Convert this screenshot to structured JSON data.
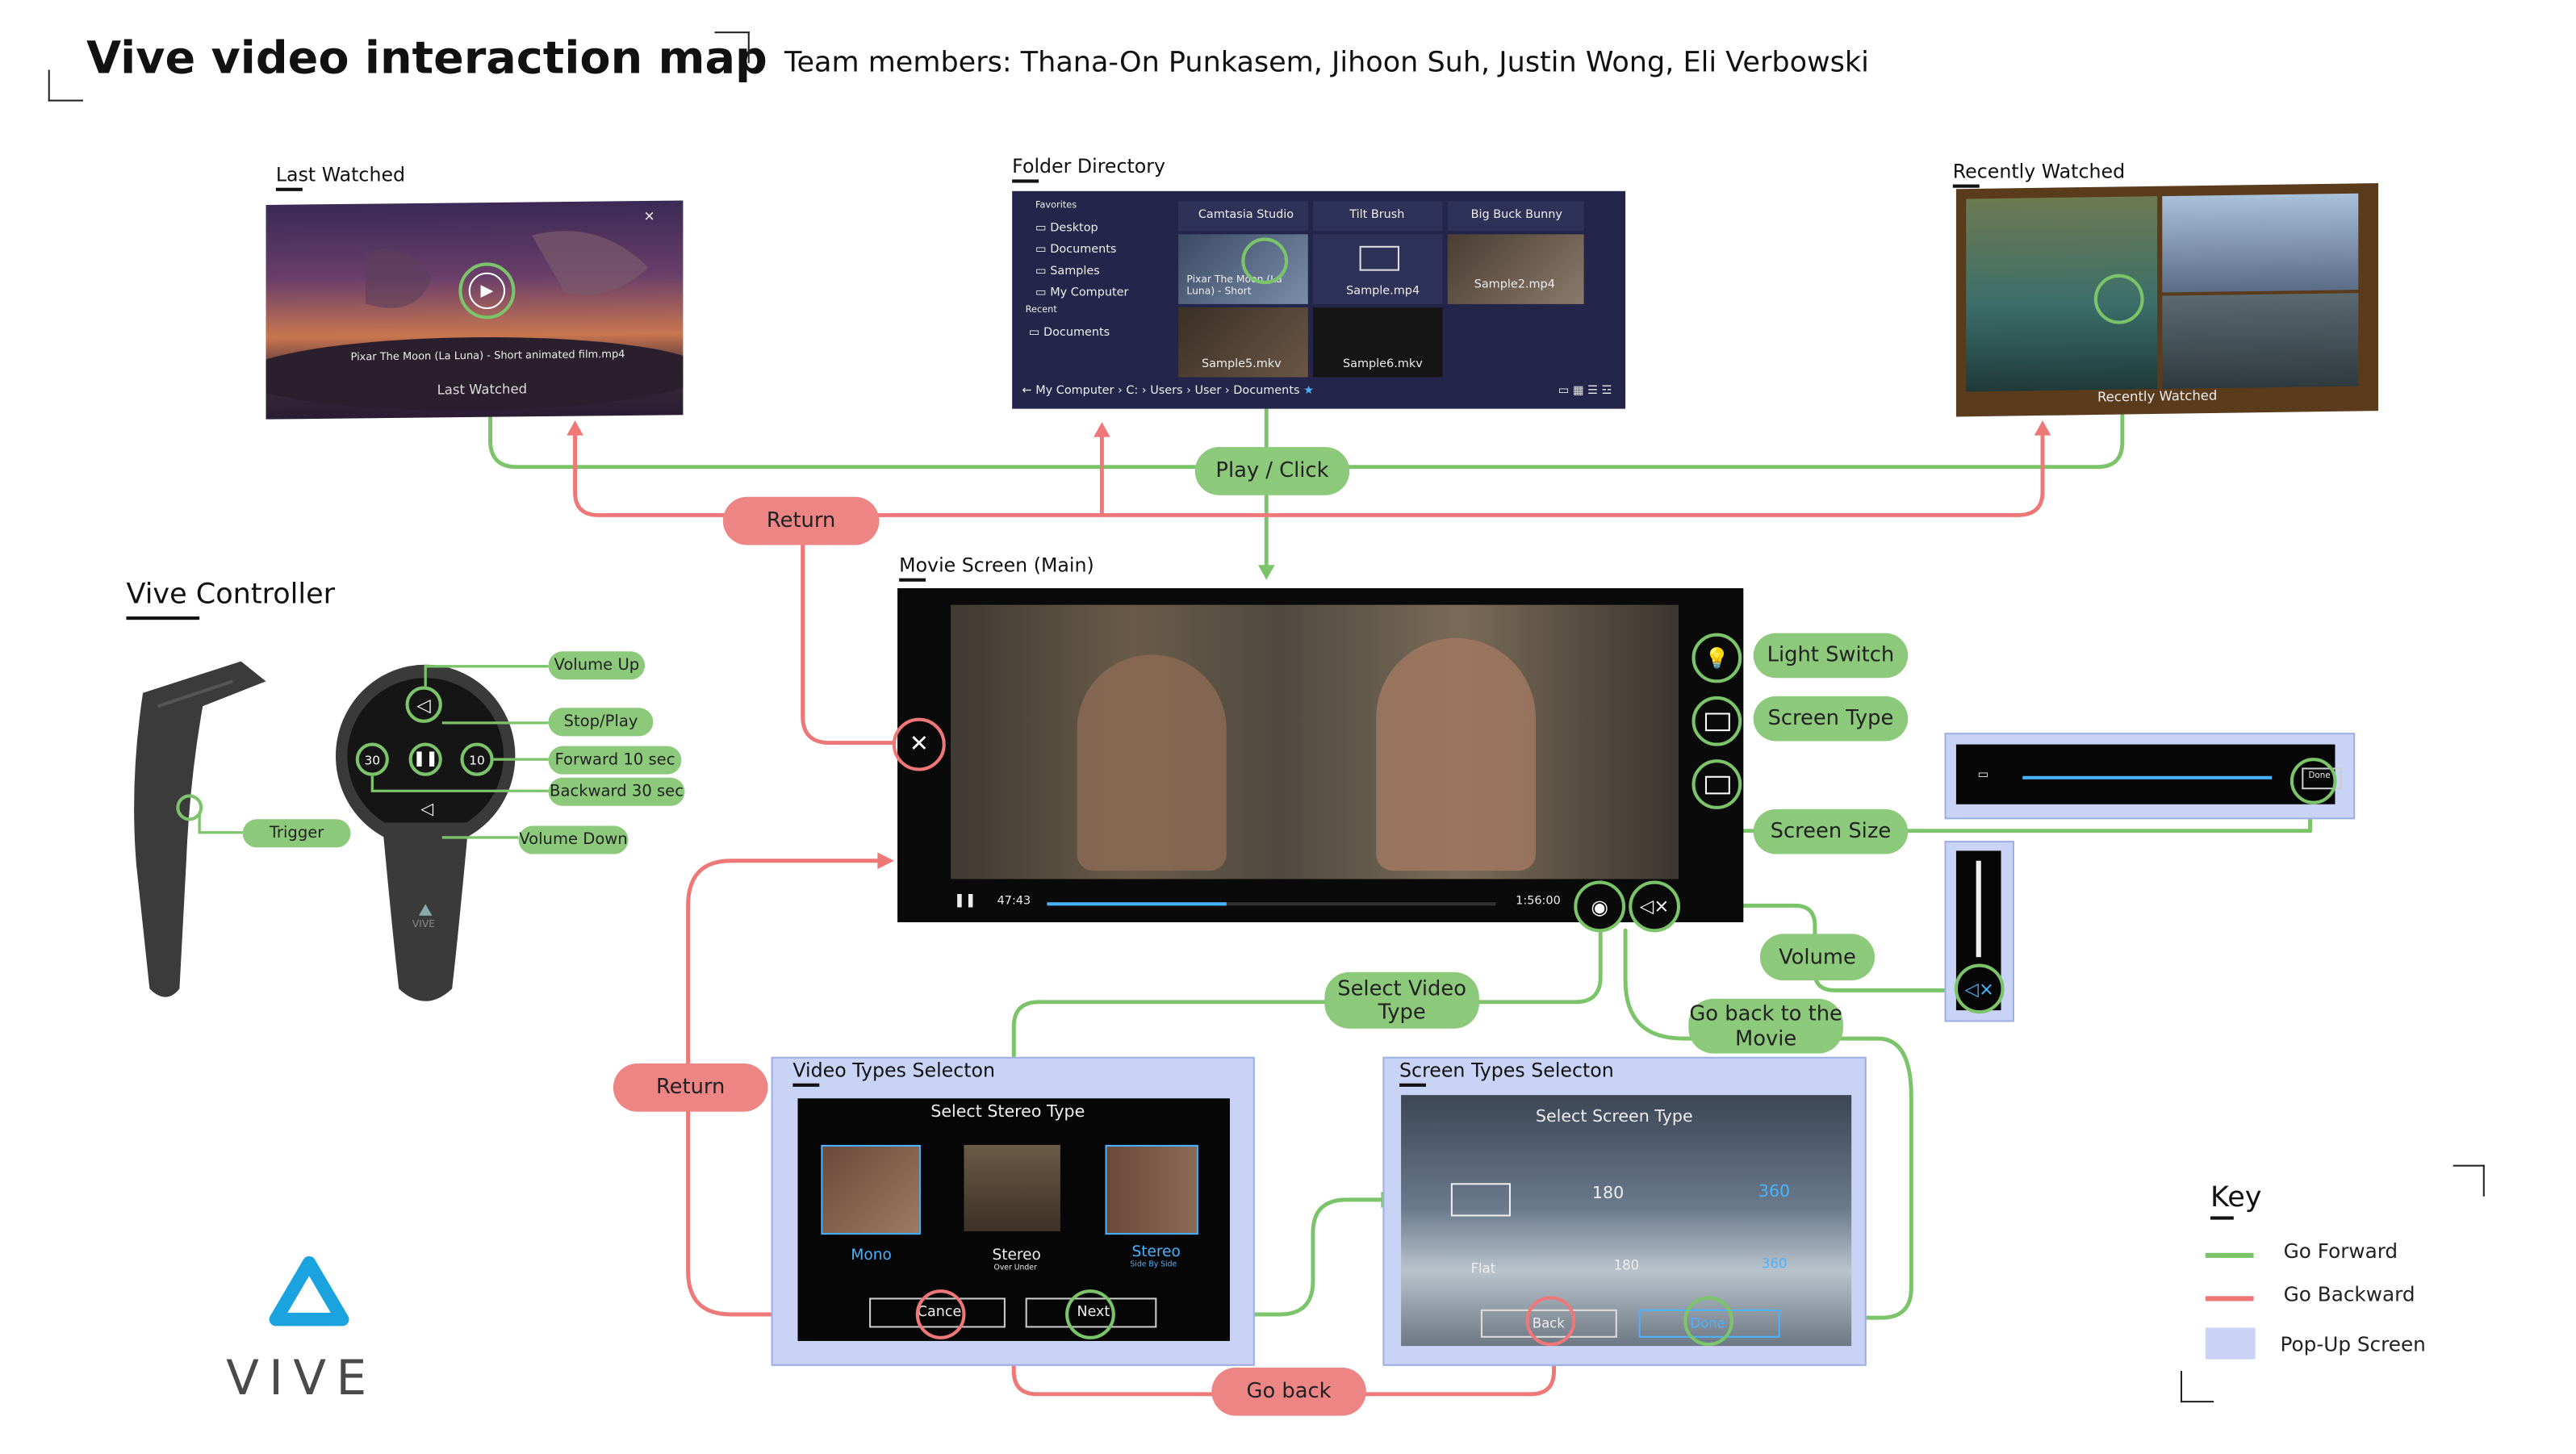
{
  "title": "Vive video interaction map",
  "team": "Team members: Thana-On Punkasem, Jihoon Suh, Justin Wong, Eli Verbowski",
  "screens": {
    "last_watched": {
      "label": "Last Watched",
      "file": "Pixar The Moon (La Luna) - Short animated film.mp4",
      "caption": "Last Watched"
    },
    "folder_directory": {
      "label": "Folder Directory",
      "sidebar": [
        "Favorites",
        "Desktop",
        "Documents",
        "Samples",
        "My Computer",
        "Recent",
        "Documents"
      ],
      "tiles": [
        "Camtasia Studio",
        "Tilt Brush",
        "Big Buck Bunny",
        "Pixar The Moon (La Luna) - Short",
        "Sample.mp4",
        "Sample2.mp4",
        "Sample5.mkv",
        "Sample6.mkv"
      ],
      "path": "My Computer  ›  C:  ›  Users  ›  User  ›  Documents"
    },
    "recently_watched": {
      "label": "Recently Watched",
      "caption": "Recently Watched"
    },
    "movie_main": {
      "label": "Movie Screen (Main)",
      "time_elapsed": "47:43",
      "time_total": "1:56:00"
    }
  },
  "controller": {
    "label": "Vive Controller",
    "buttons": [
      "Volume Up",
      "Stop/Play",
      "Forward 10 sec",
      "Backward 30 sec",
      "Volume Down",
      "Trigger"
    ],
    "skip_back": "30",
    "skip_forward": "10",
    "brand_text": "VIVE"
  },
  "actions": {
    "play_click": "Play / Click",
    "return_top": "Return",
    "return_left": "Return",
    "light_switch": "Light Switch",
    "screen_type": "Screen Type",
    "screen_size": "Screen Size",
    "volume": "Volume",
    "select_video_type": "Select Video Type",
    "go_back_movie": "Go back to the Movie",
    "go_back": "Go back"
  },
  "video_types": {
    "label": "Video Types Selecton",
    "heading": "Select Stereo Type",
    "options": [
      {
        "name": "Mono",
        "sub": ""
      },
      {
        "name": "Stereo",
        "sub": "Over Under"
      },
      {
        "name": "Stereo",
        "sub": "Side By Side"
      }
    ],
    "cancel": "Cancel",
    "next": "Next"
  },
  "screen_types": {
    "label": "Screen Types Selecton",
    "heading": "Select Screen Type",
    "options": [
      "Flat",
      "180",
      "360"
    ],
    "icon_labels": [
      "180",
      "360"
    ],
    "back": "Back",
    "done": "Done"
  },
  "screen_size_popup": {
    "done": "Done"
  },
  "key": {
    "title": "Key",
    "items": [
      "Go Forward",
      "Go Backward",
      "Pop-Up Screen"
    ]
  },
  "logo": {
    "wordmark": "VIVE"
  },
  "colors": {
    "forward": "#7cc46a",
    "backward": "#ee7777",
    "popup": "#c9d3f5",
    "vive_blue": "#1ba3e0"
  }
}
